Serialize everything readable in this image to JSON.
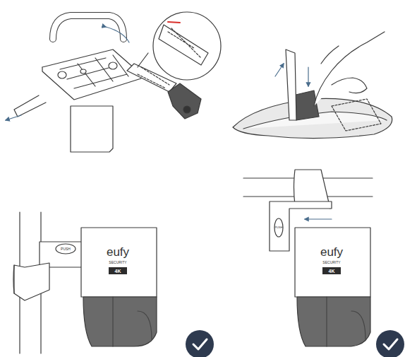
{
  "diagram": {
    "labels": [
      "PUSH",
      "eufy",
      "SECURITY",
      "4K",
      "PUSH",
      "eufy",
      "SECURITY",
      "4K"
    ]
  }
}
